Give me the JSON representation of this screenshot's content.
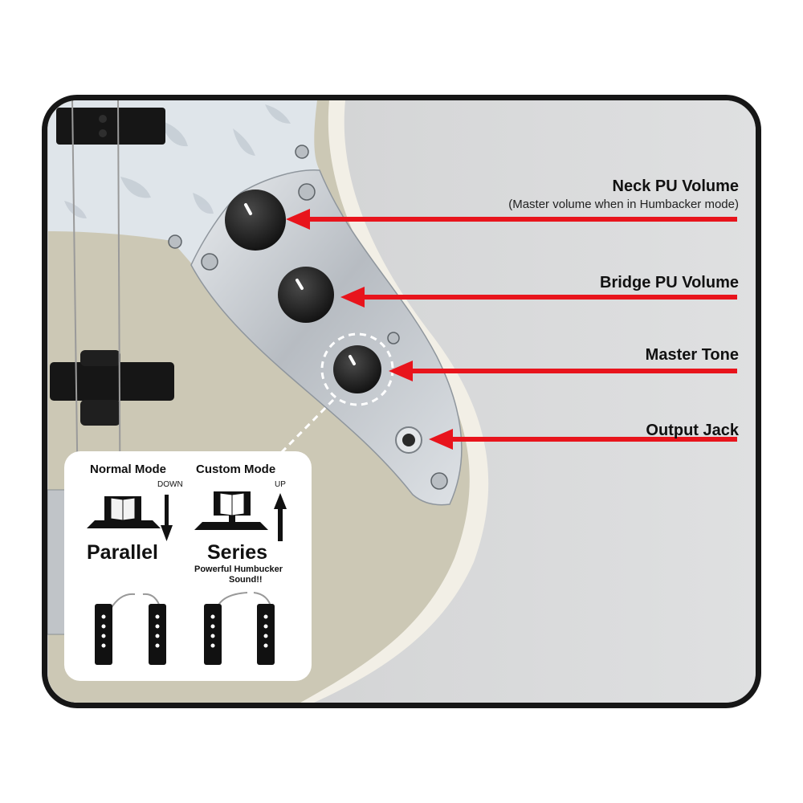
{
  "labels": {
    "neck_volume": "Neck PU Volume",
    "neck_volume_note": "(Master volume when in Humbacker mode)",
    "bridge_volume": "Bridge PU Volume",
    "master_tone": "Master Tone",
    "output_jack": "Output Jack"
  },
  "mode_card": {
    "normal_mode": {
      "title": "Normal Mode",
      "direction": "DOWN",
      "wiring": "Parallel"
    },
    "custom_mode": {
      "title": "Custom Mode",
      "direction": "UP",
      "wiring": "Series",
      "note_line1": "Powerful Humbucker",
      "note_line2": "Sound!!"
    }
  },
  "colors": {
    "arrow": "#e8141c",
    "frame": "#161616",
    "body": "#ccc8b5",
    "pickguard": "#dfe5ea",
    "control_plate": "#c9ced3",
    "knob": "#1b1b1b",
    "background": "#d4d5d6"
  }
}
